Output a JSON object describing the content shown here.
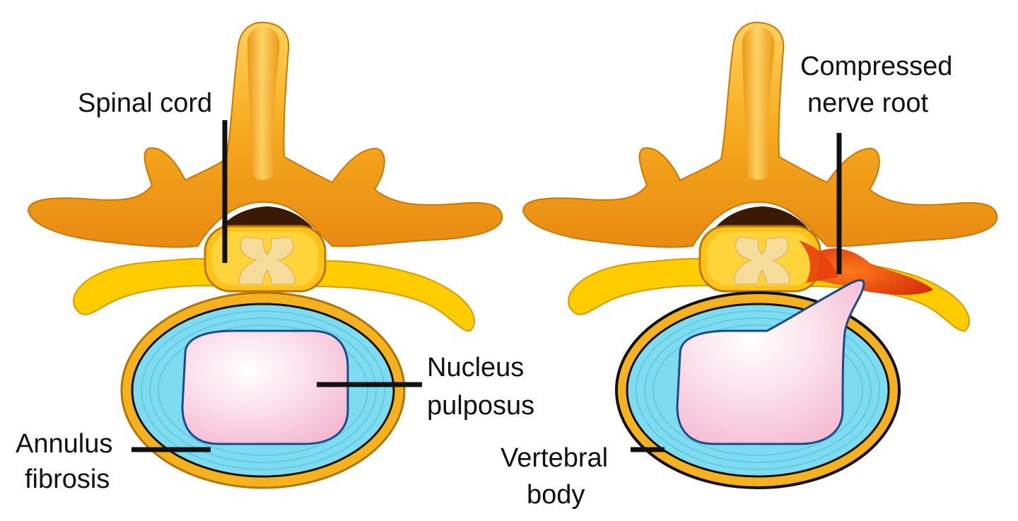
{
  "labels": {
    "spinal_cord": "Spinal cord",
    "compressed_nerve_root_line1": "Compressed",
    "compressed_nerve_root_line2": "nerve root",
    "nucleus_pulposus_line1": "Nucleus",
    "nucleus_pulposus_line2": "pulposus",
    "annulus_fibrosis_line1": "Annulus",
    "annulus_fibrosis_line2": "fibrosis",
    "vertebral_body_line1": "Vertebral",
    "vertebral_body_line2": "body"
  },
  "colors": {
    "bone": "#f5a81c",
    "bone_light": "#ffd25a",
    "bone_shadow": "#e07c10",
    "lamina_yellow": "#ffcc00",
    "annulus_blue": "#7fdcf0",
    "nucleus_pink": "#f7c9dc",
    "inflamed_red": "#e8400c",
    "outline": "#111111"
  }
}
